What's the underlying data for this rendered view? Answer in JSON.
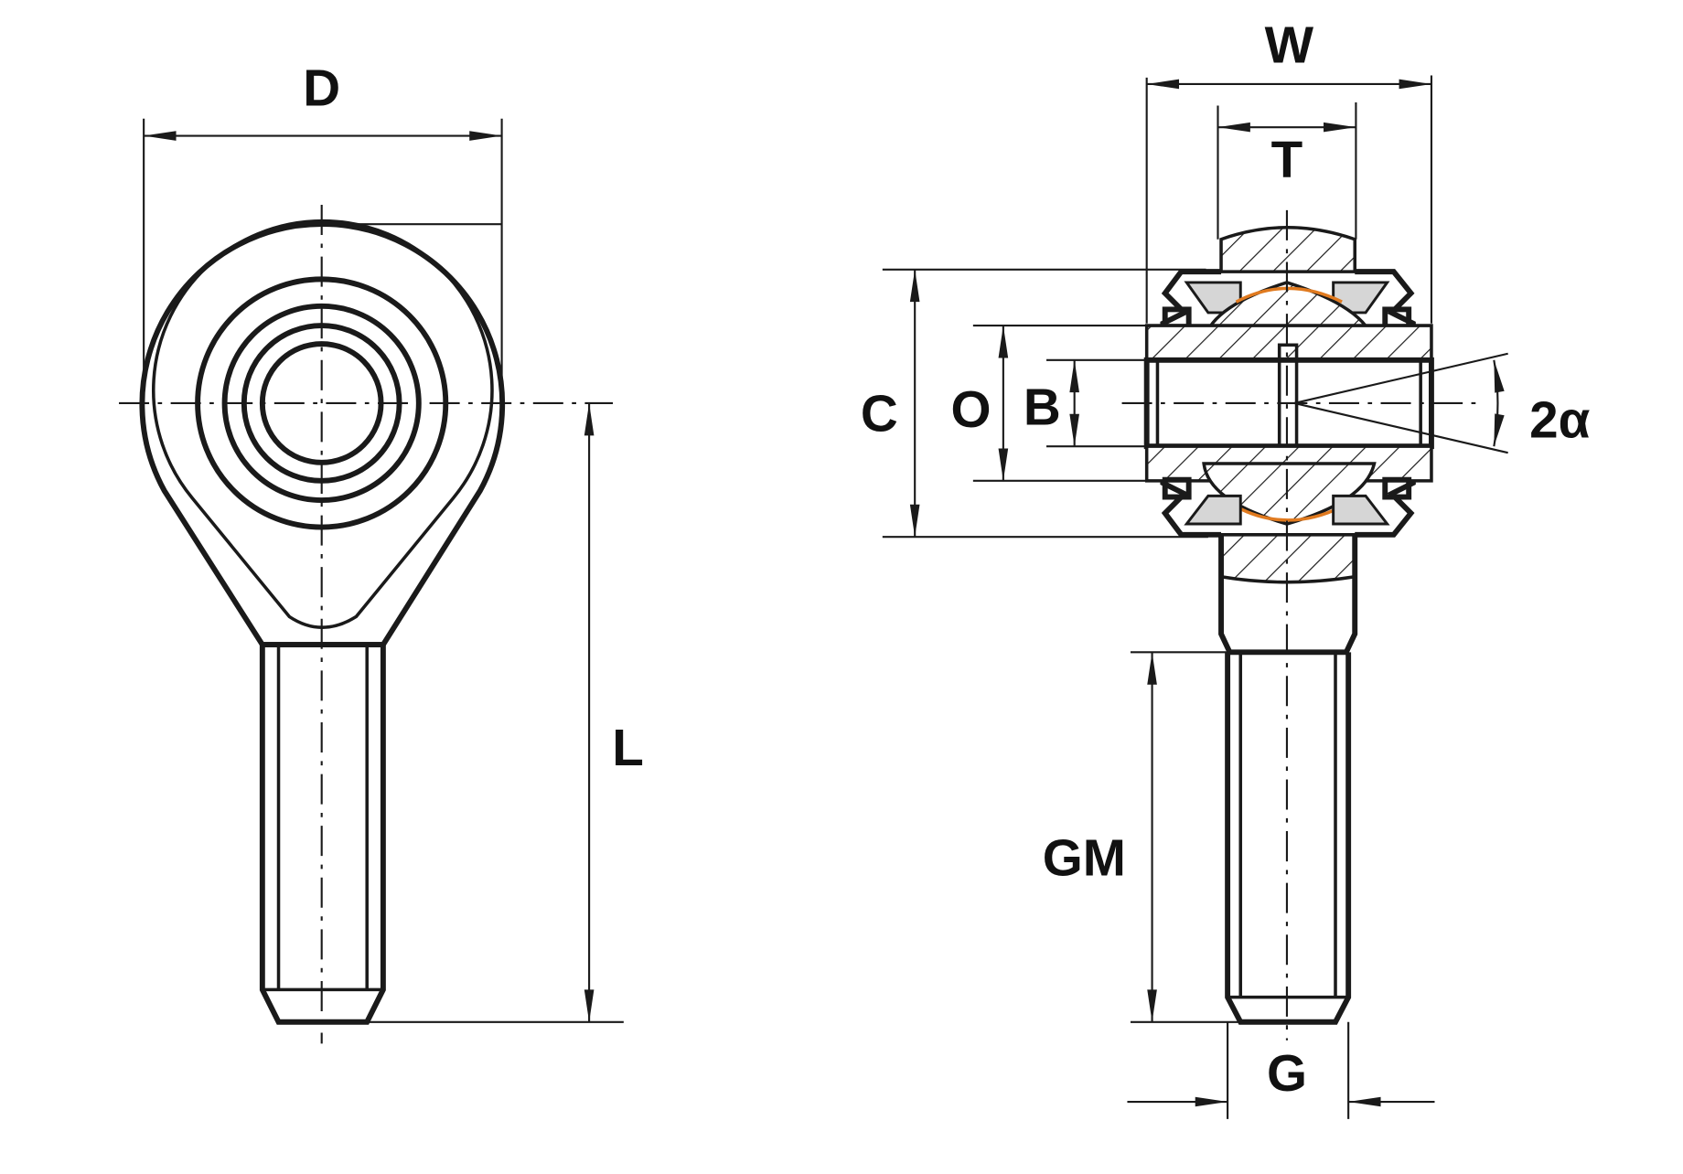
{
  "title": "Rod end bearing dimension drawing",
  "labels": {
    "D": "D",
    "L": "L",
    "W": "W",
    "T": "T",
    "C": "C",
    "O": "O",
    "B": "B",
    "angle": "2α",
    "GM": "GM",
    "G": "G"
  },
  "colors": {
    "line": "#1a1a1a",
    "liner": "#e07a1f",
    "seal_fill": "#d6d6d6"
  }
}
